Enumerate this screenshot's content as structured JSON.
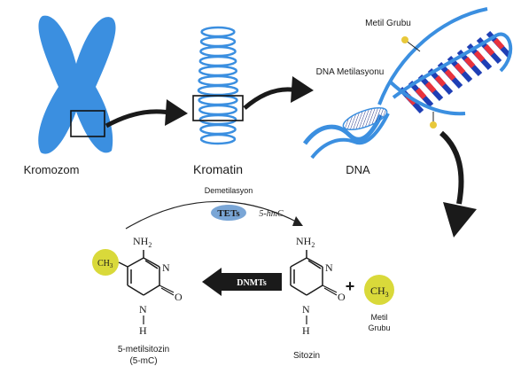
{
  "labels": {
    "chromosome": "Kromozom",
    "chromatin": "Kromatin",
    "dna": "DNA",
    "dna_methylation": "DNA Metilasyonu",
    "methyl_group_top": "Metil Grubu",
    "demethylation": "Demetilasyon",
    "tets": "TETs",
    "five_hmc": "5-hmC",
    "dnmts": "DNMTs",
    "methylcytosine_line1": "5-metilsitozin",
    "methylcytosine_line2": "(5-mC)",
    "cytosine": "Sitozin",
    "methyl_line1": "Metil",
    "methyl_line2": "Grubu",
    "plus": "+"
  },
  "chem": {
    "nh": "NH",
    "two": "2",
    "n": "N",
    "h": "H",
    "o": "O",
    "ch": "CH",
    "three": "3"
  },
  "colors": {
    "chromosome_blue": "#3b8fe0",
    "helix_blue": "#1f3fb5",
    "helix_red": "#e8323d",
    "methyl_yellow": "#d9d93a",
    "tets_blue": "#7aa6d6",
    "arrow_black": "#1a1a1a"
  }
}
